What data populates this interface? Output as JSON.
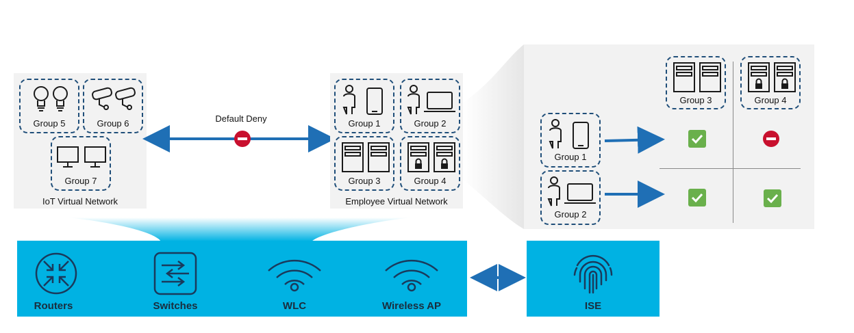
{
  "iot_network": {
    "caption": "IoT Virtual Network",
    "groups": [
      {
        "label": "Group 5",
        "icon": "lightbulb-icon"
      },
      {
        "label": "Group 6",
        "icon": "security-camera-icon"
      },
      {
        "label": "Group 7",
        "icon": "monitor-icon"
      }
    ]
  },
  "employee_network": {
    "caption": "Employee Virtual Network",
    "groups": [
      {
        "label": "Group 1",
        "icon": "user-phone-icon"
      },
      {
        "label": "Group 2",
        "icon": "user-laptop-icon"
      },
      {
        "label": "Group 3",
        "icon": "server-icon"
      },
      {
        "label": "Group 4",
        "icon": "locked-server-icon"
      }
    ]
  },
  "default_deny": {
    "label": "Default Deny",
    "icon": "deny-icon"
  },
  "policy_matrix": {
    "columns": [
      {
        "label": "Group 3",
        "icon": "server-icon"
      },
      {
        "label": "Group 4",
        "icon": "locked-server-icon"
      }
    ],
    "rows": [
      {
        "label": "Group 1",
        "icon": "user-phone-icon"
      },
      {
        "label": "Group 2",
        "icon": "user-laptop-icon"
      }
    ],
    "cells": [
      [
        "allow",
        "deny"
      ],
      [
        "allow",
        "allow"
      ]
    ],
    "colors": {
      "allow": "#6ab04c",
      "deny": "#c8102e"
    }
  },
  "infrastructure": {
    "devices": [
      {
        "label": "Routers",
        "icon": "router-icon"
      },
      {
        "label": "Switches",
        "icon": "switch-icon"
      },
      {
        "label": "WLC",
        "icon": "wifi-icon"
      },
      {
        "label": "Wireless AP",
        "icon": "wifi-icon"
      }
    ],
    "ise": {
      "label": "ISE",
      "icon": "fingerprint-icon"
    },
    "bar_color": "#00b2e3"
  }
}
